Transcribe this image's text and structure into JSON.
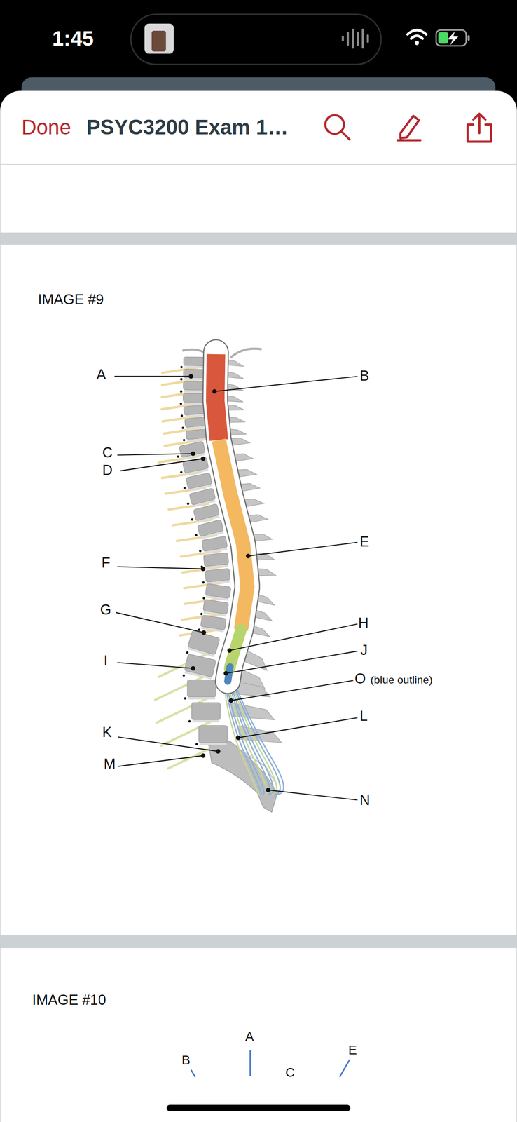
{
  "diagram": {
    "labels": [
      "1:45",
      "Done",
      "PSYC3200 Exam 1…",
      "IMAGE #9",
      "A",
      "B",
      "C",
      "D",
      "E",
      "F",
      "G",
      "H",
      "J",
      "I",
      "O",
      "(blue outline)",
      "L",
      "K",
      "M",
      "N",
      "IMAGE #10",
      "A",
      "B",
      "E",
      "C"
    ]
  }
}
